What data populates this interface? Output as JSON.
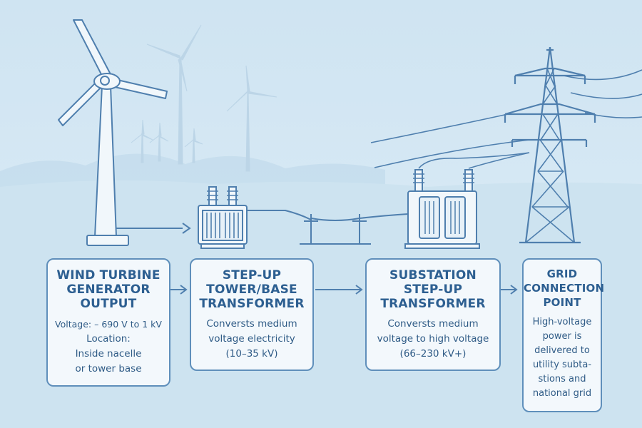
{
  "colors": {
    "sky": "#d6e9f4",
    "line": "#4f7fae",
    "box_border": "#5f8fbb",
    "box_fill": "#f3f8fc",
    "text": "#2d5f91"
  },
  "boxes": [
    {
      "title_lines": [
        "WIND TURBINE",
        "GENERATOR",
        "OUTPUT"
      ],
      "body_lines": [
        "Voltage: – 690 V to 1 kV",
        "Location:",
        "Inside nacelle",
        "or tower base"
      ]
    },
    {
      "title_lines": [
        "STEP-UP",
        "TOWER/BASE",
        "TRANSFORMER"
      ],
      "body_lines": [
        "Conversts medium",
        "voltage electricity",
        "(10–35 kV)"
      ]
    },
    {
      "title_lines": [
        "SUBSTATION",
        "STEP-UP",
        "TRANSFORMER"
      ],
      "body_lines": [
        "Conversts medium",
        "voltage to high voltage",
        "(66–230 kV+)"
      ]
    },
    {
      "title_lines": [
        "GRID",
        "CONNECTION",
        "POINT"
      ],
      "body_lines": [
        "High-voltage",
        "power is",
        "delivered to",
        "utility subta-",
        "stions and",
        "national grid"
      ]
    }
  ]
}
